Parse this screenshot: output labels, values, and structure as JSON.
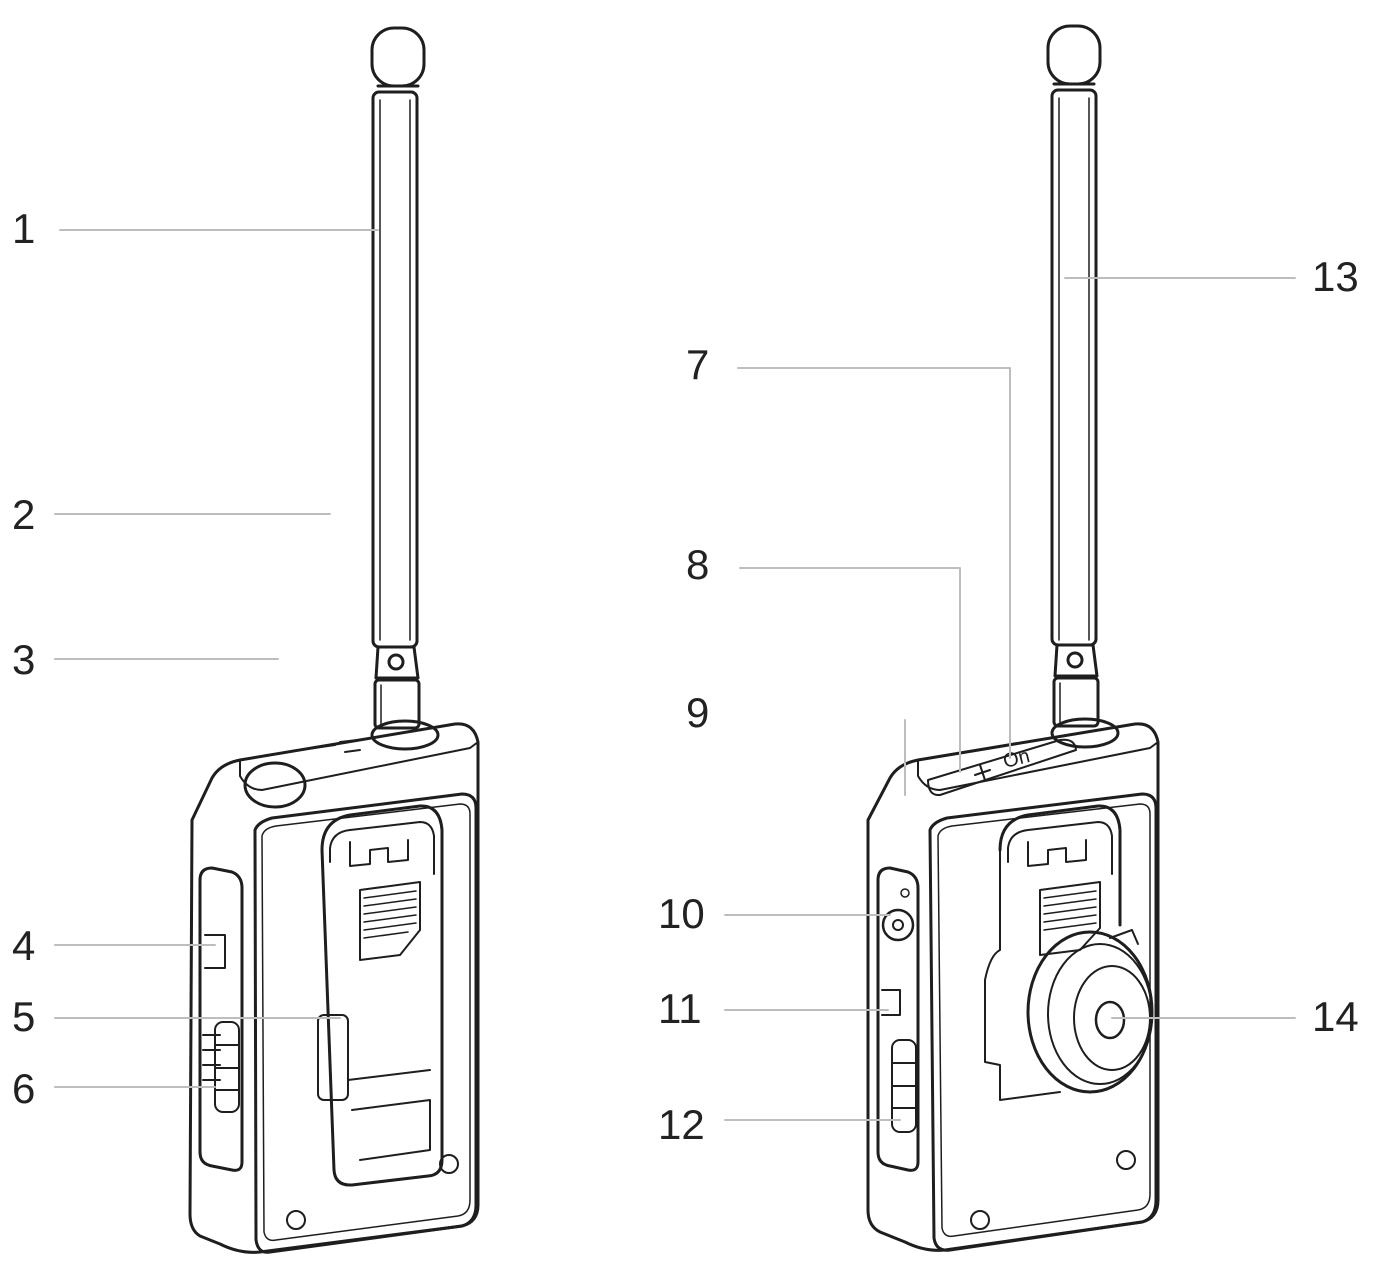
{
  "diagram": {
    "callouts": [
      {
        "id": "1",
        "label": "1"
      },
      {
        "id": "2",
        "label": "2"
      },
      {
        "id": "3",
        "label": "3"
      },
      {
        "id": "4",
        "label": "4"
      },
      {
        "id": "5",
        "label": "5"
      },
      {
        "id": "6",
        "label": "6"
      },
      {
        "id": "7",
        "label": "7"
      },
      {
        "id": "8",
        "label": "8"
      },
      {
        "id": "9",
        "label": "9"
      },
      {
        "id": "10",
        "label": "10"
      },
      {
        "id": "11",
        "label": "11"
      },
      {
        "id": "12",
        "label": "12"
      },
      {
        "id": "13",
        "label": "13"
      },
      {
        "id": "14",
        "label": "14"
      }
    ],
    "right_unit_top_marking": "On",
    "line_color": "#1e1e1e",
    "leader_color": "#bdbdbd"
  }
}
